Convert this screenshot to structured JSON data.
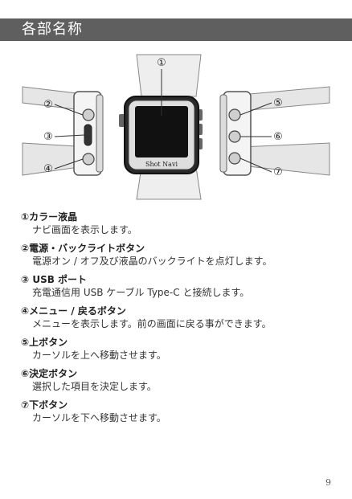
{
  "header": {
    "title": "各部名称"
  },
  "figure": {
    "callouts": [
      "①",
      "②",
      "③",
      "④",
      "⑤",
      "⑥",
      "⑦"
    ],
    "brand_logo": "Shot Navi"
  },
  "items": [
    {
      "title": "①カラー液晶",
      "desc": "ナビ画面を表示します。"
    },
    {
      "title": "②電源・バックライトボタン",
      "desc": "電源オン / オフ及び液晶のバックライトを点灯します。"
    },
    {
      "title": "③ USB ポート",
      "desc": "充電通信用 USB ケーブル Type-C と接続します。"
    },
    {
      "title": "④メニュー / 戻るボタン",
      "desc": "メニューを表示します。前の画面に戻る事ができます。"
    },
    {
      "title": "⑤上ボタン",
      "desc": "カーソルを上へ移動させます。"
    },
    {
      "title": "⑥決定ボタン",
      "desc": "選択した項目を決定します。"
    },
    {
      "title": "⑦下ボタン",
      "desc": "カーソルを下へ移動させます。"
    }
  ],
  "page_number": "9",
  "colors": {
    "header_bg": "#5f5f5f",
    "screen": "#111111"
  }
}
